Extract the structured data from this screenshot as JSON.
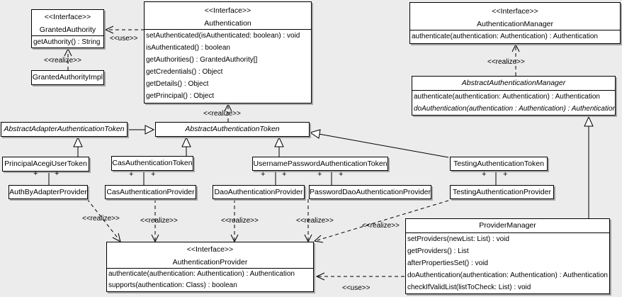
{
  "diagram": {
    "type": "uml-class-diagram",
    "background": "#ececec",
    "box_fill": "#ffffff",
    "line_color": "#000000",
    "shadow_color": "#a6a6a6"
  },
  "labels": {
    "use": "<<use>>",
    "realize": "<<realize>>",
    "plus": "+"
  },
  "classes": {
    "granted_authority": {
      "stereotype": "<<Interface>>",
      "name": "GrantedAuthority",
      "methods": [
        "getAuthority() : String"
      ]
    },
    "granted_authority_impl": {
      "name": "GrantedAuthorityImpl"
    },
    "authentication": {
      "stereotype": "<<Interface>>",
      "name": "Authentication",
      "methods": [
        "setAuthenticated(isAuthenticated: boolean) : void",
        "isAuthenticated() : boolean",
        "getAuthorities() : GrantedAuthority[]",
        "getCredentials() : Object",
        "getDetails() : Object",
        "getPrincipal() : Object"
      ]
    },
    "authentication_manager": {
      "stereotype": "<<Interface>>",
      "name": "AuthenticationManager",
      "methods": [
        "authenticate(authentication: Authentication) : Authentication"
      ]
    },
    "abstract_authentication_manager": {
      "name": "AbstractAuthenticationManager",
      "methods": [
        "authenticate(authentication: Authentication) : Authentication",
        "doAuthentication(authentication : Authentication) : Authentication"
      ]
    },
    "abstract_adapter_authentication_token": {
      "name": "AbstractAdapterAuthenticationToken"
    },
    "abstract_authentication_token": {
      "name": "AbstractAuthenticationToken"
    },
    "principal_acegi_user_token": {
      "name": "PrincipalAcegiUserToken"
    },
    "cas_authentication_token": {
      "name": "CasAuthenticationToken"
    },
    "username_password_authentication_token": {
      "name": "UsernamePasswordAuthenticationToken"
    },
    "testing_authentication_token": {
      "name": "TestingAuthenticationToken"
    },
    "auth_by_adapter_provider": {
      "name": "AuthByAdapterProvider"
    },
    "cas_authentication_provider": {
      "name": "CasAuthenticationProvider"
    },
    "dao_authentication_provider": {
      "name": "DaoAuthenticationProvider"
    },
    "password_dao_authentication_provider": {
      "name": "PasswordDaoAuthenticationProvider"
    },
    "testing_authentication_provider": {
      "name": "TestingAuthenticationProvider"
    },
    "authentication_provider": {
      "stereotype": "<<Interface>>",
      "name": "AuthenticationProvider",
      "methods": [
        "authenticate(authentication: Authentication) : Authentication",
        "supports(authentication: Class) : boolean"
      ]
    },
    "provider_manager": {
      "name": "ProviderManager",
      "methods": [
        "setProviders(newList: List) : void",
        "getProviders() : List",
        "afterPropertiesSet() : void",
        "doAuthentication(authentication: Authentication) : Authentication",
        "checkIfValidList(listToCheck: List) : void"
      ]
    }
  }
}
